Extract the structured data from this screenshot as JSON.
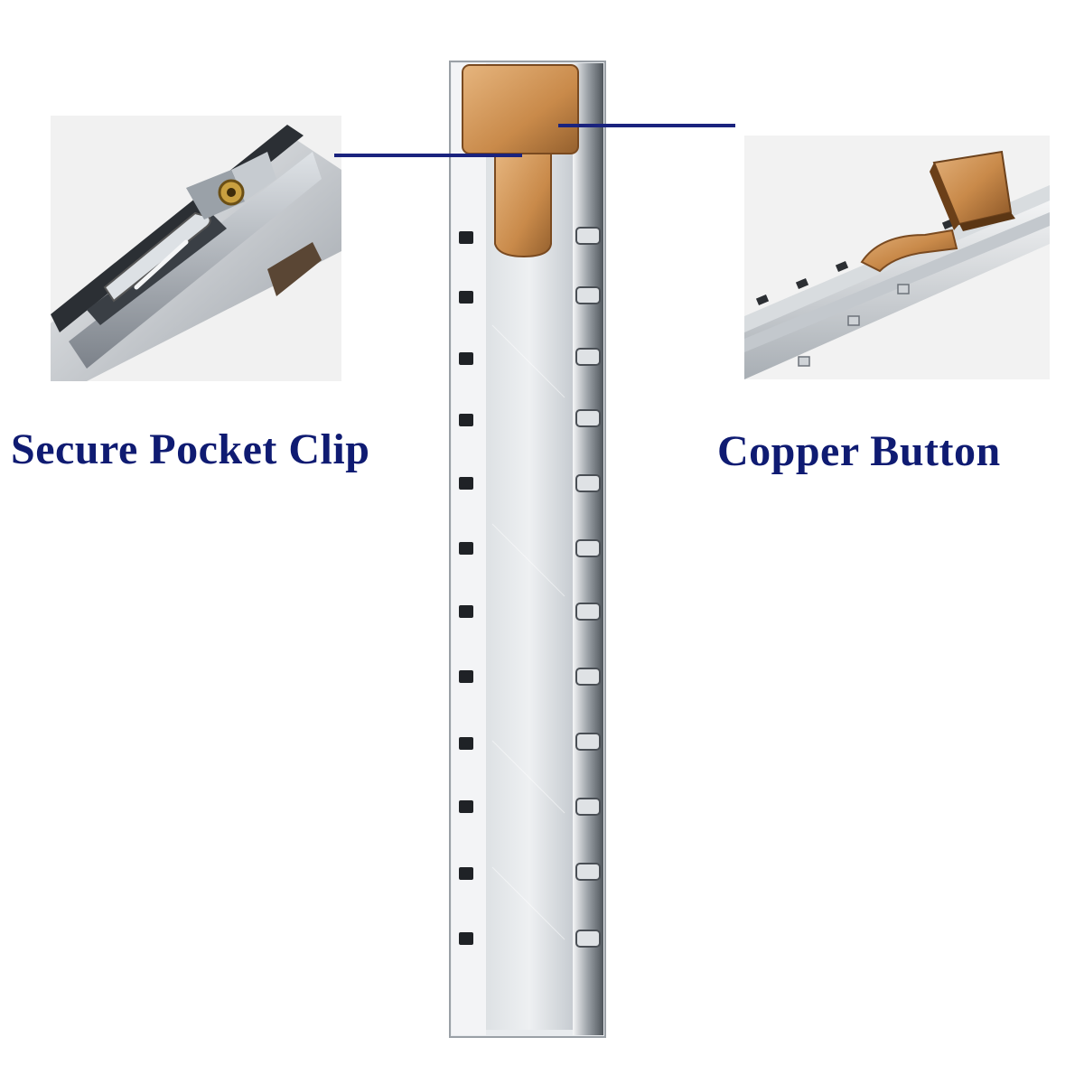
{
  "labels": {
    "left": "Secure Pocket Clip",
    "right": "Copper Button"
  },
  "colors": {
    "label_text": "#0f1b72",
    "leader_line": "#1a237e",
    "steel_light": "#e4e7ea",
    "steel_mid": "#b9bec4",
    "steel_dark": "#6e747b",
    "copper": "#c98a4a",
    "copper_dark": "#8a5526"
  },
  "icons": {
    "left_inset": "pocket-clip-closeup-photo",
    "right_inset": "copper-button-closeup-photo",
    "main": "steel-bar-with-copper-button-photo"
  }
}
